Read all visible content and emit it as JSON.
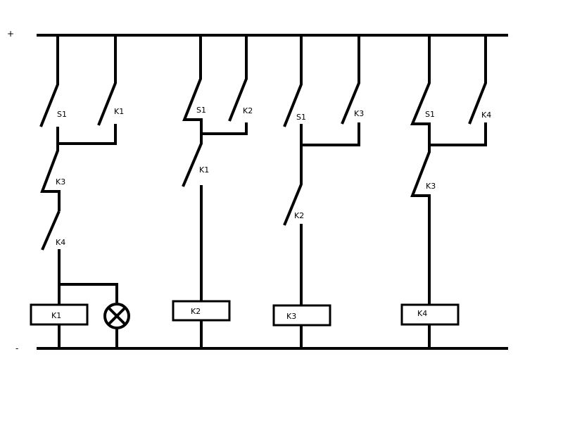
{
  "rails": {
    "positive_label": "+",
    "negative_label": "-"
  },
  "branch1": {
    "s1": "S1",
    "k1_hold": "K1",
    "k3": "K3",
    "k4": "K4",
    "coil": "K1"
  },
  "branch2": {
    "s1": "S1",
    "k2_hold": "K2",
    "k1": "K1",
    "coil": "K2"
  },
  "branch3": {
    "s1": "S1",
    "k3_hold": "K3",
    "k2": "K2",
    "coil": "K3"
  },
  "branch4": {
    "s1": "S1",
    "k4_hold": "K4",
    "k3": "K3",
    "coil": "K4"
  },
  "lamp": {
    "icon": "lamp-icon"
  }
}
